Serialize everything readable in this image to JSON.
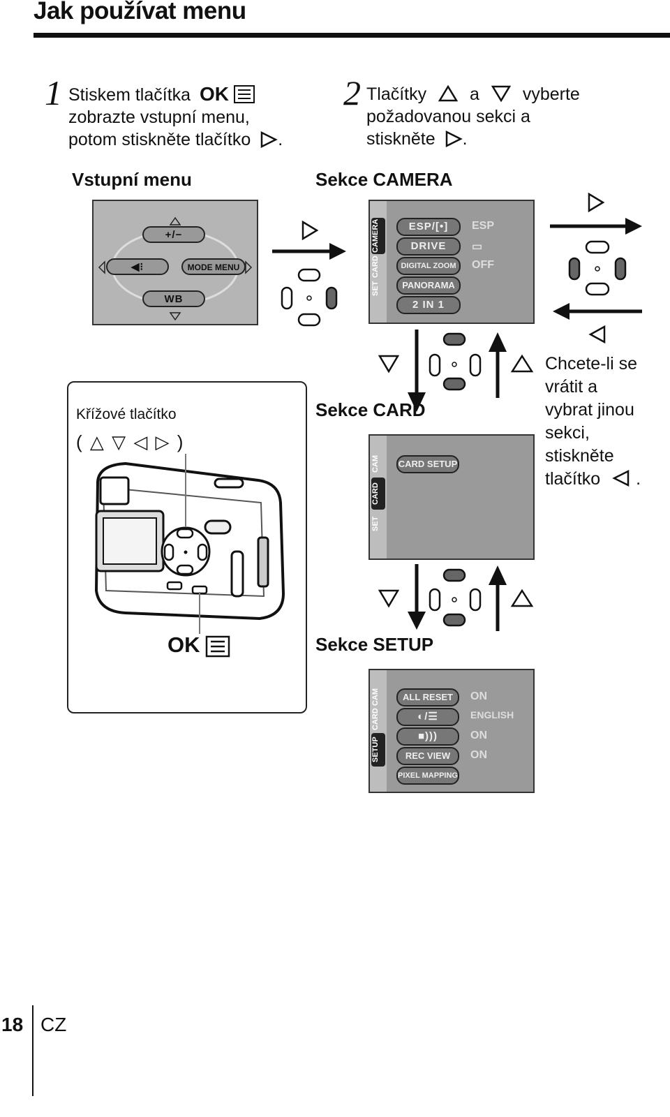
{
  "page": {
    "title": "Jak používat menu",
    "page_number": "18",
    "language": "CZ"
  },
  "step1": {
    "number": "1",
    "line1": "Stiskem tlačítka",
    "ok_label": "OK",
    "line2": "zobrazte vstupní menu,",
    "line3": "potom stiskněte tlačítko",
    "line3_end": "."
  },
  "step2": {
    "number": "2",
    "line1a": "Tlačítky",
    "line1b": "a",
    "line1c": "vyberte",
    "line2": "požadovanou sekci a",
    "line3": "stiskněte",
    "line3_end": "."
  },
  "labels": {
    "entry_menu": "Vstupní menu",
    "camera_section": "Sekce CAMERA",
    "card_section": "Sekce CARD",
    "setup_section": "Sekce SETUP"
  },
  "entry_menu_screen": {
    "left_item": "◀⁝",
    "right_item": "MODE MENU",
    "bottom_item": "WB",
    "top_item": "+/−"
  },
  "camera_screen": {
    "tabs": [
      "CAMERA",
      "CARD",
      "SET"
    ],
    "rows": [
      {
        "label": "ESP/[•]",
        "value": "ESP"
      },
      {
        "label": "DRIVE",
        "value": "▭"
      },
      {
        "label": "DIGITAL ZOOM",
        "value": "OFF"
      },
      {
        "label": "PANORAMA",
        "value": ""
      },
      {
        "label": "2 IN 1",
        "value": ""
      }
    ]
  },
  "card_screen": {
    "tabs": [
      "CAM",
      "CARD",
      "SET"
    ],
    "rows": [
      {
        "label": "CARD SETUP",
        "value": ""
      }
    ]
  },
  "setup_screen": {
    "tabs": [
      "CAM",
      "CARD",
      "SETUP"
    ],
    "rows": [
      {
        "label": "ALL RESET",
        "value": "ON"
      },
      {
        "label": "◐/☰",
        "value": "ENGLISH"
      },
      {
        "label": "■)))",
        "value": "ON"
      },
      {
        "label": "REC VIEW",
        "value": "ON"
      },
      {
        "label": "PIXEL MAPPING",
        "value": ""
      }
    ]
  },
  "side_note": {
    "lines": [
      "Chcete-li se",
      "vrátit a",
      "vybrat jinou",
      "sekci,",
      "stiskněte",
      "tlačítko"
    ],
    "end": "."
  },
  "camera_panel": {
    "arrow_label": "Křížové tlačítko",
    "arrow_symbols": "( △ ▽ ◁ ▷ )",
    "ok_label": "OK"
  }
}
